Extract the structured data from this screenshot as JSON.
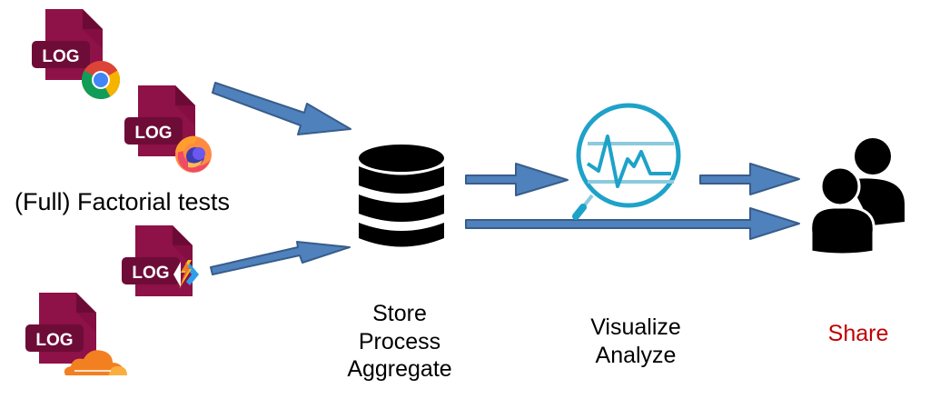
{
  "diagram": {
    "type": "pipeline-flow",
    "sources": {
      "caption": "(Full) Factorial tests",
      "files": [
        {
          "label": "LOG",
          "badge": "chrome-icon"
        },
        {
          "label": "LOG",
          "badge": "firefox-icon"
        },
        {
          "label": "LOG",
          "badge": "webpagetest-lightning-icon"
        },
        {
          "label": "LOG",
          "badge": "cloudflare-icon"
        }
      ]
    },
    "stages": [
      {
        "id": "store",
        "icon": "database-icon",
        "lines": [
          "Store",
          "Process",
          "Aggregate"
        ]
      },
      {
        "id": "visualize",
        "icon": "magnifier-chart-icon",
        "lines": [
          "Visualize",
          "Analyze"
        ]
      },
      {
        "id": "share",
        "icon": "users-icon",
        "lines": [
          "Share"
        ]
      }
    ],
    "edges": [
      {
        "from": "sources-top",
        "to": "store"
      },
      {
        "from": "sources-bottom",
        "to": "store"
      },
      {
        "from": "store",
        "to": "visualize"
      },
      {
        "from": "visualize",
        "to": "share"
      },
      {
        "from": "store",
        "to": "share"
      }
    ],
    "colors": {
      "file": "#8e1147",
      "file_dark": "#6b0b35",
      "file_label_bg": "#6e0c38",
      "arrow_fill": "#4f81bd",
      "arrow_stroke": "#385d8a",
      "analyze_icon": "#1ea2c8",
      "analyze_icon_light": "#8ccadd",
      "share_text": "#c00000",
      "icon_dark": "#000000"
    }
  }
}
